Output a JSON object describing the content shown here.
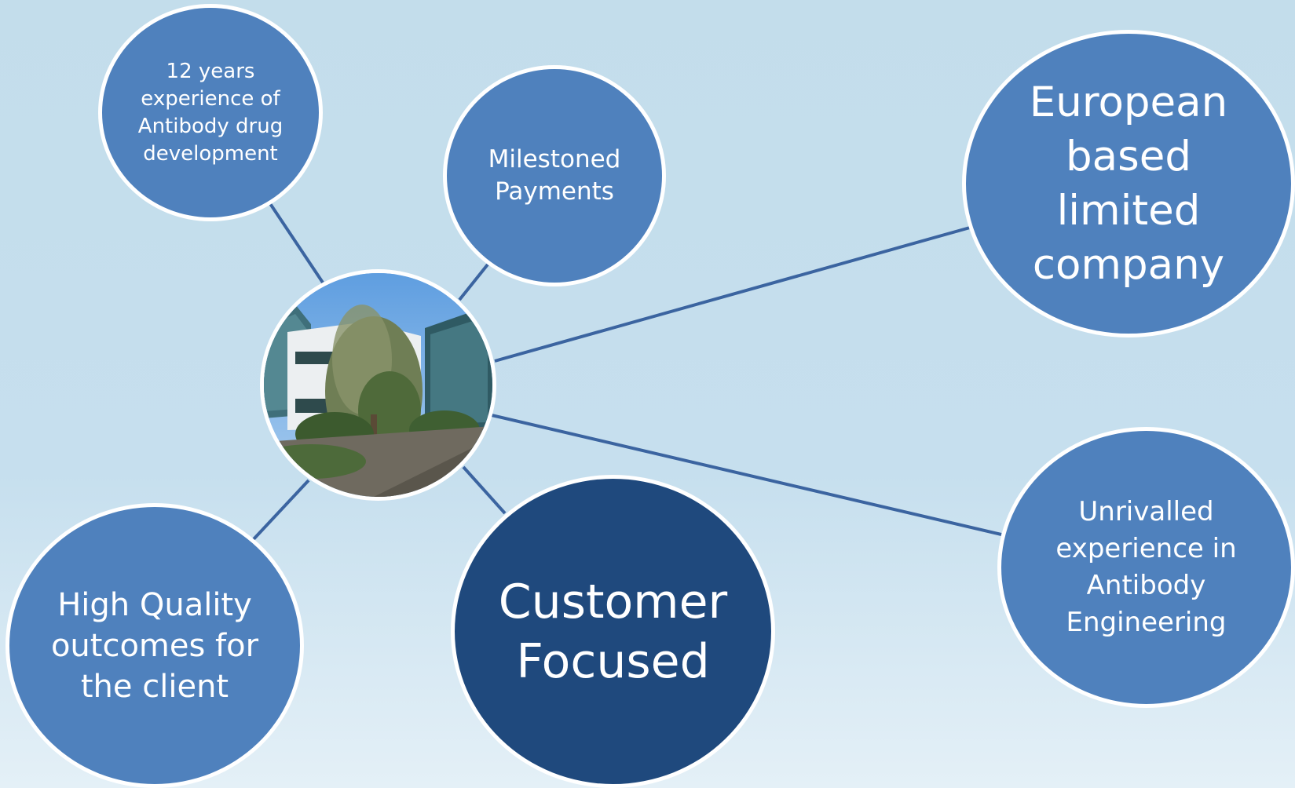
{
  "diagram": {
    "hub": {
      "image": "building-photo"
    },
    "nodes": [
      {
        "id": "experience",
        "label": "12 years\nexperience of\nAntibody drug\ndevelopment",
        "style": "light"
      },
      {
        "id": "milestoned",
        "label": "Milestoned\nPayments",
        "style": "light"
      },
      {
        "id": "european",
        "label": "European\nbased\nlimited\ncompany",
        "style": "light"
      },
      {
        "id": "unrivalled",
        "label": "Unrivalled\nexperience in\nAntibody\nEngineering",
        "style": "light"
      },
      {
        "id": "customer",
        "label": "Customer\nFocused",
        "style": "dark"
      },
      {
        "id": "quality",
        "label": "High Quality\noutcomes for\nthe client",
        "style": "light"
      }
    ]
  },
  "colors": {
    "node_fill": "#4f81bd",
    "node_fill_emphasis": "#1f497d",
    "node_border": "#ffffff",
    "connector": "#3b64a0",
    "background": "#c6dfee"
  }
}
